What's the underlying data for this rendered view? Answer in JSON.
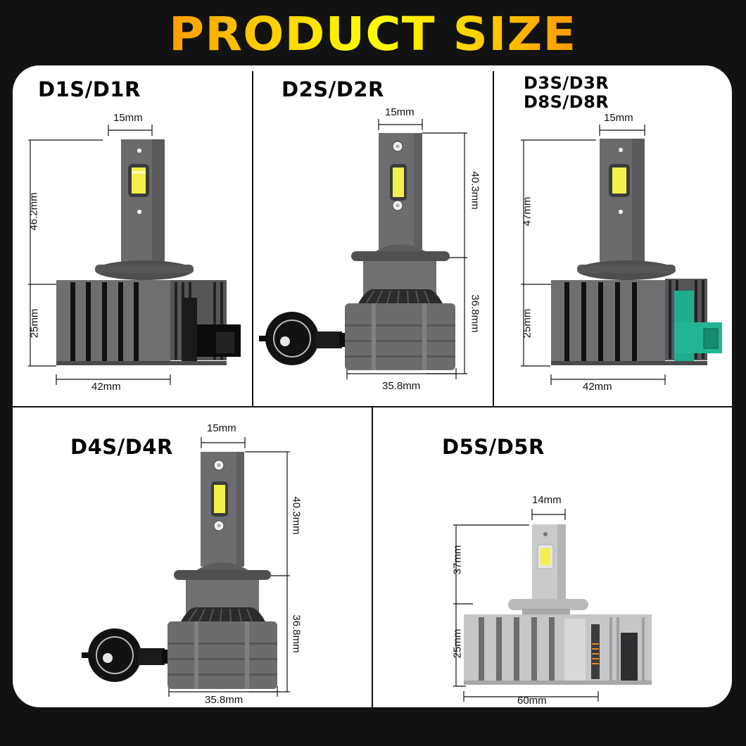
{
  "title": "PRODUCT SIZE",
  "colors": {
    "background": "#121212",
    "panel": "#ffffff",
    "title_gradient_start": "#ff9d00",
    "title_gradient_mid": "#ffff00",
    "title_gradient_end": "#ff9800",
    "bulb_dark": "#5c5d5f",
    "bulb_silver": "#c9cacc",
    "connector_teal": "#1fae8d",
    "led_yellow": "#f4f04a"
  },
  "products": [
    {
      "model": "D1S/D1R",
      "width_top": "15mm",
      "height_upper": "46.2mm",
      "height_lower": "25mm",
      "width_base": "42mm",
      "connector": "black"
    },
    {
      "model": "D2S/D2R",
      "width_top": "15mm",
      "height_upper": "40.3mm",
      "height_lower": "36.8mm",
      "width_base": "35.8mm",
      "connector": "adapter"
    },
    {
      "model_line1": "D3S/D3R",
      "model_line2": "D8S/D8R",
      "width_top": "15mm",
      "height_upper": "47mm",
      "height_lower": "25mm",
      "width_base": "42mm",
      "connector": "teal"
    },
    {
      "model": "D4S/D4R",
      "width_top": "15mm",
      "height_upper": "40.3mm",
      "height_lower": "36.8mm",
      "width_base": "35.8mm",
      "connector": "adapter"
    },
    {
      "model": "D5S/D5R",
      "width_top": "14mm",
      "height_upper": "37mm",
      "height_lower": "25mm",
      "width_base": "60mm",
      "connector": "integrated"
    }
  ]
}
